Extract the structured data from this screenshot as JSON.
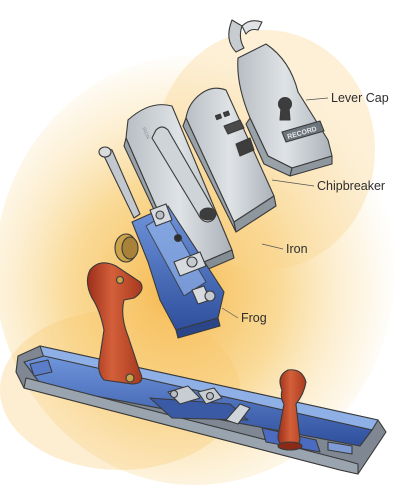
{
  "labels": {
    "lever_cap": "Lever Cap",
    "chipbreaker": "Chipbreaker",
    "iron": "Iron",
    "frog": "Frog"
  },
  "lever_cap_stamp": "RECORD",
  "colors": {
    "background_glow": "#f6c45f",
    "steel": "#cfd4d8",
    "steel_shadow": "#9aa2a9",
    "cast_iron_blue": "#3f63b8",
    "cast_iron_highlight": "#8fb0e6",
    "wood_handle": "#c4492a",
    "brass": "#c9a24a",
    "outline": "#3a3a3a"
  }
}
